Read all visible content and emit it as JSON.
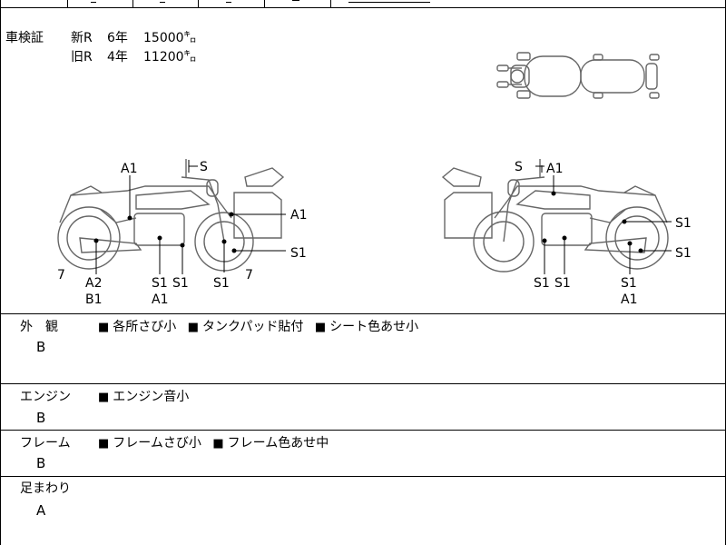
{
  "top_row": {
    "cells": [
      "",
      "",
      "",
      "",
      "",
      ""
    ]
  },
  "inspection": {
    "label": "車検証",
    "rows": [
      {
        "type": "新R",
        "years": "6年",
        "distance": "15000㌔"
      },
      {
        "type": "旧R",
        "years": "4年",
        "distance": "11200㌔"
      }
    ]
  },
  "diagram_labels": {
    "left": {
      "a1_top": "A1",
      "s_top": "S",
      "a1_right": "A1",
      "s1_right": "S1",
      "seven_left": "7",
      "seven_right": "7",
      "a2": "A2",
      "b1": "B1",
      "s1_a": "S1",
      "s1_b": "S1",
      "s1_c": "S1",
      "a1_bottom": "A1"
    },
    "right": {
      "s_top": "S",
      "a1_top": "A1",
      "s1_right1": "S1",
      "s1_right2": "S1",
      "s1_a": "S1",
      "s1_b": "S1",
      "s1_c": "S1",
      "a1_bottom": "A1"
    }
  },
  "conditions": [
    {
      "label": "外　観",
      "grade": "B",
      "notes": [
        "各所さび小",
        "タンクパッド貼付",
        "シート色あせ小"
      ]
    },
    {
      "label": "エンジン",
      "grade": "B",
      "notes": [
        "エンジン音小"
      ]
    },
    {
      "label": "フレーム",
      "grade": "B",
      "notes": [
        "フレームさび小",
        "フレーム色あせ中"
      ]
    },
    {
      "label": "足まわり",
      "grade": "A",
      "notes": []
    }
  ],
  "bullet_glyph": "■"
}
